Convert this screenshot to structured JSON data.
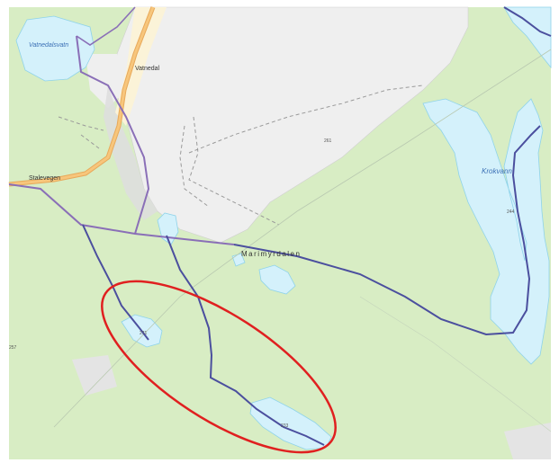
{
  "map": {
    "labels": {
      "vatnedalsvatn": "Vatnedalsvatn",
      "vatnedal": "Vatnedal",
      "stalevegen": "Stalevegen",
      "marimyrdalen": "Marimyrdalen",
      "krokvann": "Krokvann",
      "elev_261": "261",
      "elev_257": "257",
      "elev_271": "271",
      "elev_233": "233",
      "elev_krok": "244"
    },
    "colors": {
      "frame": "#ffffff",
      "forest": "#d8edc4",
      "open_land": "#efefef",
      "water": "#d4f1fb",
      "water_edge": "#8fd3ea",
      "main_road": "#f7c67c",
      "river": "#4b4f9e",
      "boundary": "#8a6fb7",
      "track": "#9a9a9a",
      "highlight": "#e02020"
    }
  }
}
